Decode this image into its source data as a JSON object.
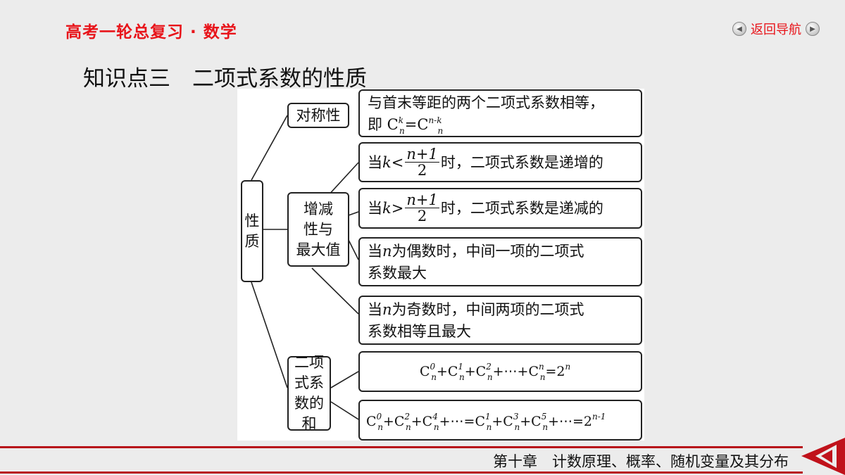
{
  "header": {
    "title": "高考一轮总复习 · 数学"
  },
  "nav": {
    "label": "返回导航",
    "prev_icon": "left-arrow-icon",
    "next_icon": "right-arrow-icon"
  },
  "section_title": "知识点三　二项式系数的性质",
  "diagram": {
    "root": "性\n质",
    "categories": {
      "symmetry": "对称性",
      "monotonic": "增减\n性与\n最大值",
      "sum": "二项\n式系\n数的和"
    },
    "symmetry_line1": "与首末等距的两个二项式系数相等，",
    "symmetry_line2_prefix": "即",
    "increasing_suffix": "时，二项式系数是递增的",
    "decreasing_suffix": "时，二项式系数是递减的",
    "even_line1_suffix": "为偶数时，中间一项的二项式",
    "even_line2": "系数最大",
    "odd_line1_suffix": "为奇数时，中间两项的二项式",
    "odd_line2": "系数相等且最大",
    "when": "当",
    "frac_num": "n+1",
    "frac_den": "2"
  },
  "footer": {
    "chapter": "第十章　计数原理、概率、随机变量及其分布"
  },
  "colors": {
    "accent": "#e8141a",
    "footer_line": "#b8121a"
  }
}
